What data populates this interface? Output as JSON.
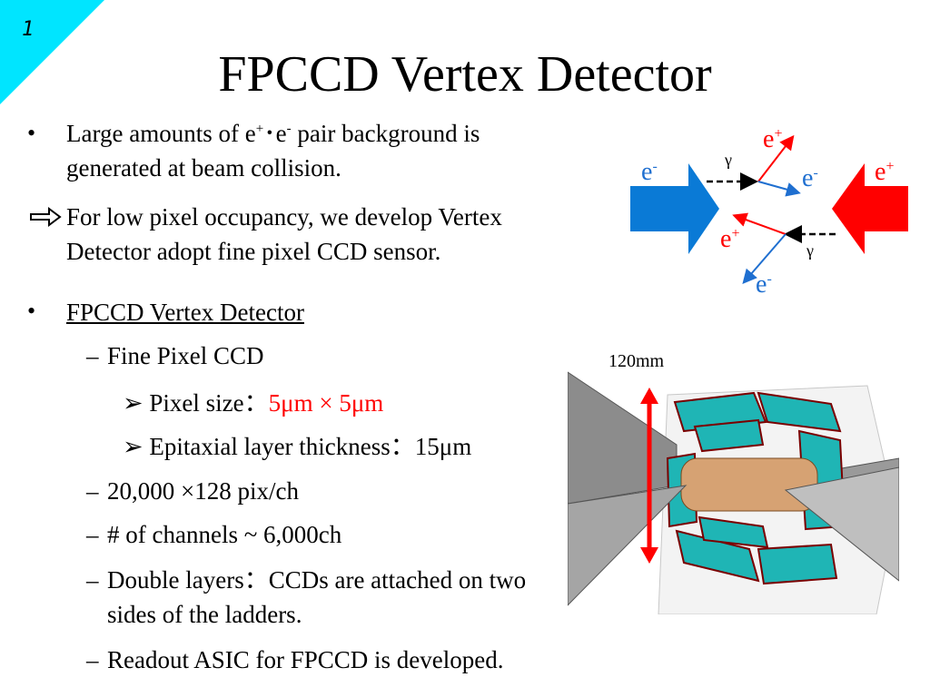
{
  "slide_number": "1",
  "title": "FPCCD Vertex Detector",
  "bullet1": {
    "prefix": "Large amounts of e",
    "sup1": "+",
    "dot": "･",
    "e": "e",
    "sup2": "-",
    "suffix": " pair background is",
    "line2": "generated at beam collision."
  },
  "arrow_point": {
    "line1": " For low pixel occupancy, we develop Vertex",
    "line2": "Detector adopt fine pixel CCD sensor."
  },
  "bullet2": {
    "text": "FPCCD Vertex Detector"
  },
  "sub1": {
    "text": "Fine Pixel CCD"
  },
  "pixel_size": {
    "label": "Pixel size：",
    "value": "5μm × 5μm"
  },
  "epitaxial": {
    "text": "Epitaxial layer thickness：15μm"
  },
  "sub2": {
    "text": "20,000 ×128 pix/ch"
  },
  "sub3": {
    "text": "# of channels ~ 6,000ch"
  },
  "sub4": {
    "line1": "Double layers：CCDs are attached on two",
    "line2": "sides of the ladders."
  },
  "sub5": {
    "text": "Readout ASIC for FPCCD is developed."
  },
  "diagram": {
    "e_minus_left": "e",
    "e_plus_right": "e",
    "e_plus_top": "e",
    "e_minus_mid": "e",
    "e_plus_bottom": "e",
    "e_minus_bottom": "e",
    "minus": "-",
    "plus": "+",
    "gamma": "γ",
    "dashes": "----"
  },
  "detector_dim": "120mm",
  "colors": {
    "corner": "#00e5ff",
    "beam_left": "#0a7ad6",
    "beam_right": "#ff0000",
    "red_text": "#ff0000"
  }
}
